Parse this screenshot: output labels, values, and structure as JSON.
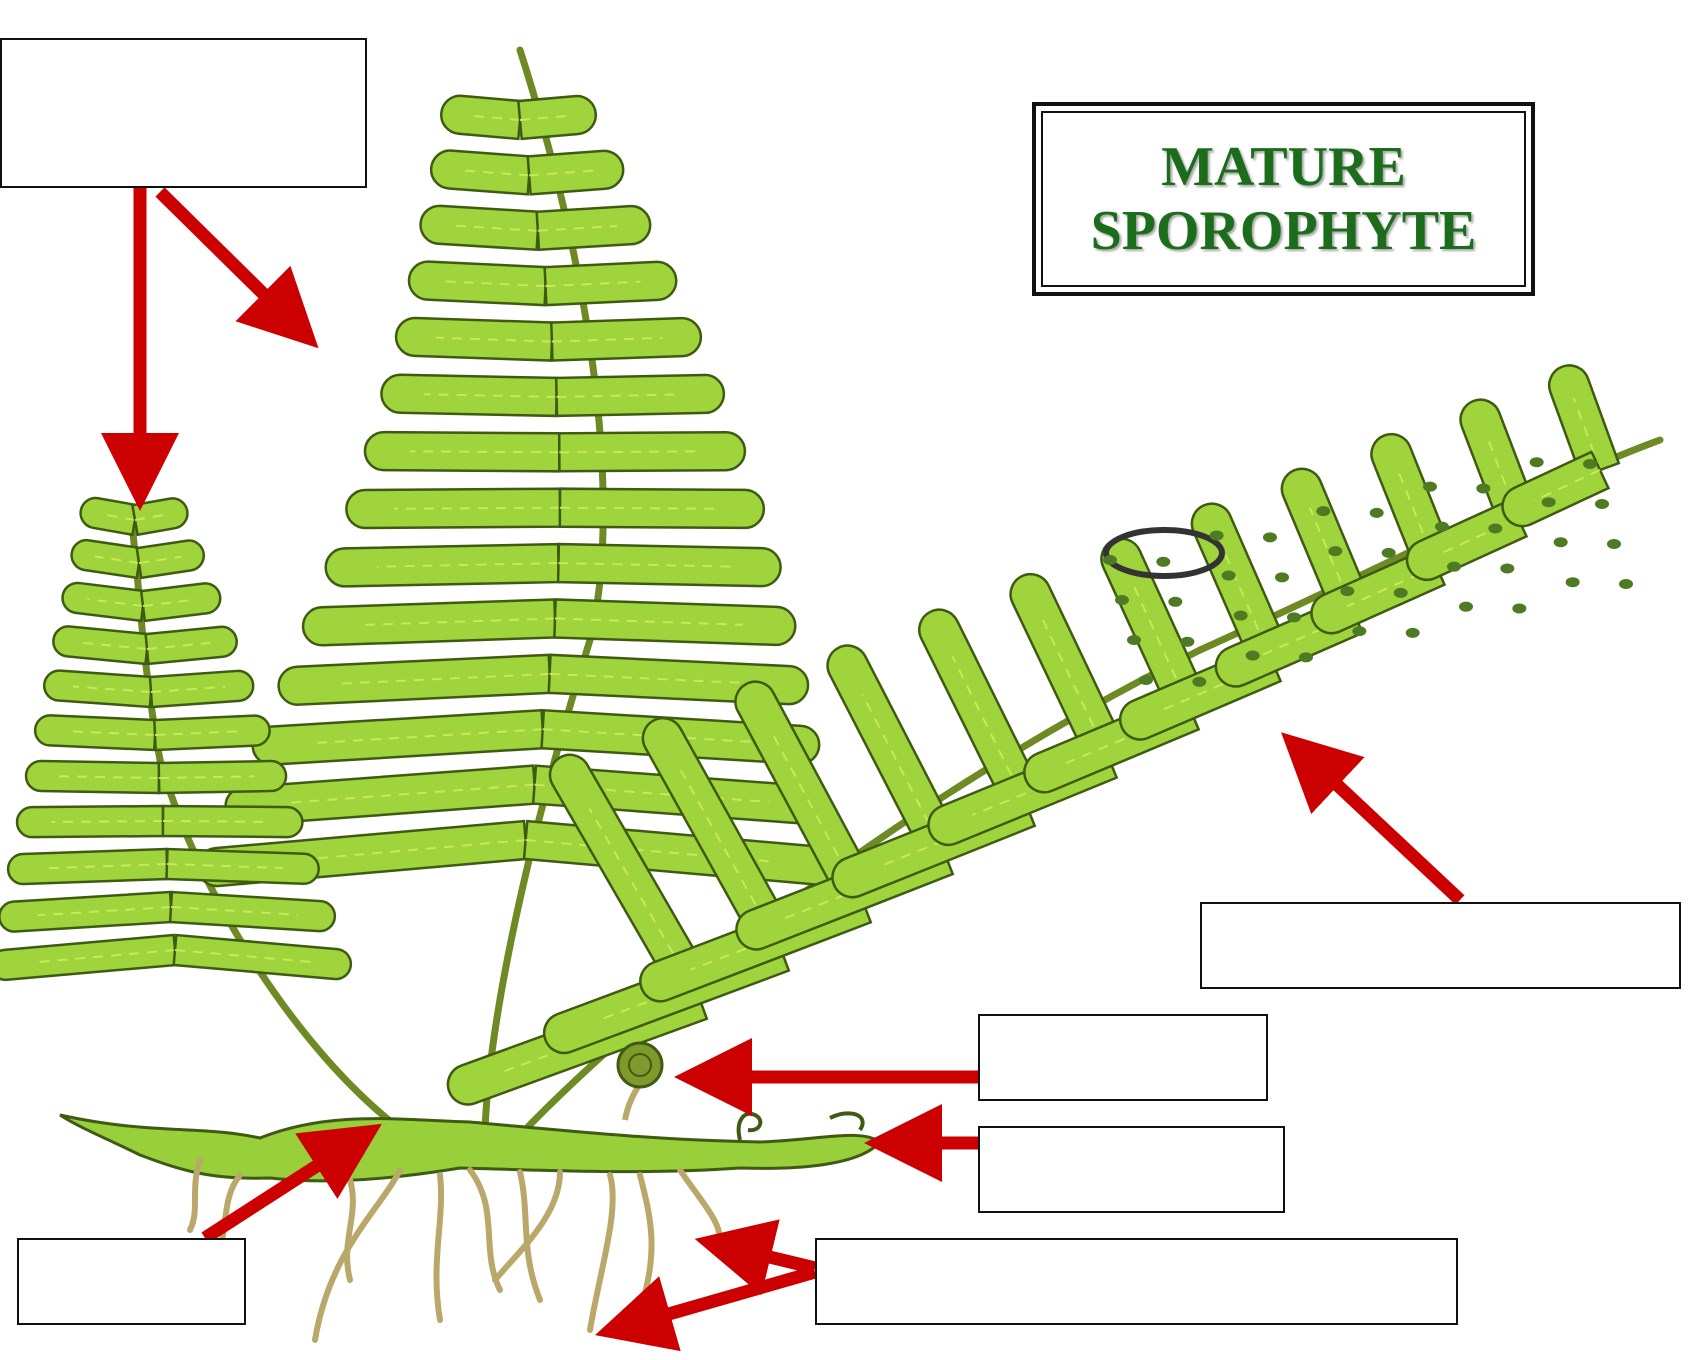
{
  "title": {
    "line1": "MATURE",
    "line2": "SPOROPHYTE"
  },
  "colors": {
    "arrow": "#cc0000",
    "title_text": "#1b6d1b",
    "leaf_fill": "#9fd43c",
    "leaf_highlight": "#c9e85a",
    "leaf_outline": "#3f5a12",
    "sorus": "#4d7a22",
    "root": "#b9a86a"
  },
  "labels": [
    {
      "id": "frond",
      "text": ""
    },
    {
      "id": "sori",
      "text": ""
    },
    {
      "id": "fiddlehead",
      "text": ""
    },
    {
      "id": "rhizome-tip",
      "text": ""
    },
    {
      "id": "rhizome",
      "text": ""
    },
    {
      "id": "roots",
      "text": ""
    }
  ],
  "icons": [
    "red-arrow-icon",
    "magnifier-ring-icon",
    "fiddlehead-icon"
  ]
}
